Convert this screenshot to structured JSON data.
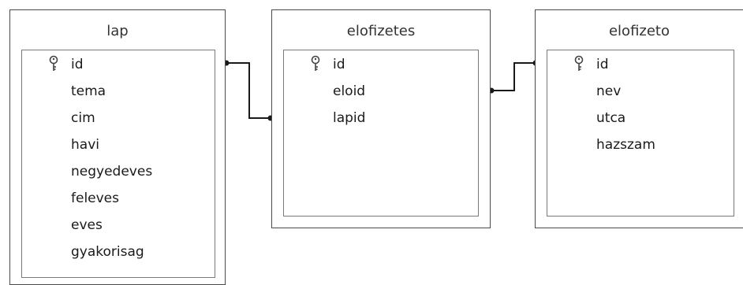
{
  "tables": [
    {
      "name": "lap",
      "fields": [
        {
          "name": "id",
          "primary_key": true
        },
        {
          "name": "tema"
        },
        {
          "name": "cim"
        },
        {
          "name": "havi"
        },
        {
          "name": "negyedeves"
        },
        {
          "name": "feleves"
        },
        {
          "name": "eves"
        },
        {
          "name": "gyakorisag"
        }
      ]
    },
    {
      "name": "elofizetes",
      "fields": [
        {
          "name": "id",
          "primary_key": true
        },
        {
          "name": "eloid"
        },
        {
          "name": "lapid"
        }
      ]
    },
    {
      "name": "elofizeto",
      "fields": [
        {
          "name": "id",
          "primary_key": true
        },
        {
          "name": "nev"
        },
        {
          "name": "utca"
        },
        {
          "name": "hazszam"
        }
      ]
    }
  ],
  "relationships": [
    {
      "from": "lap.id",
      "to": "elofizetes.lapid"
    },
    {
      "from": "elofizetes.eloid",
      "to": "elofizeto.id"
    }
  ],
  "icons": {
    "primary_key": "key-icon"
  }
}
